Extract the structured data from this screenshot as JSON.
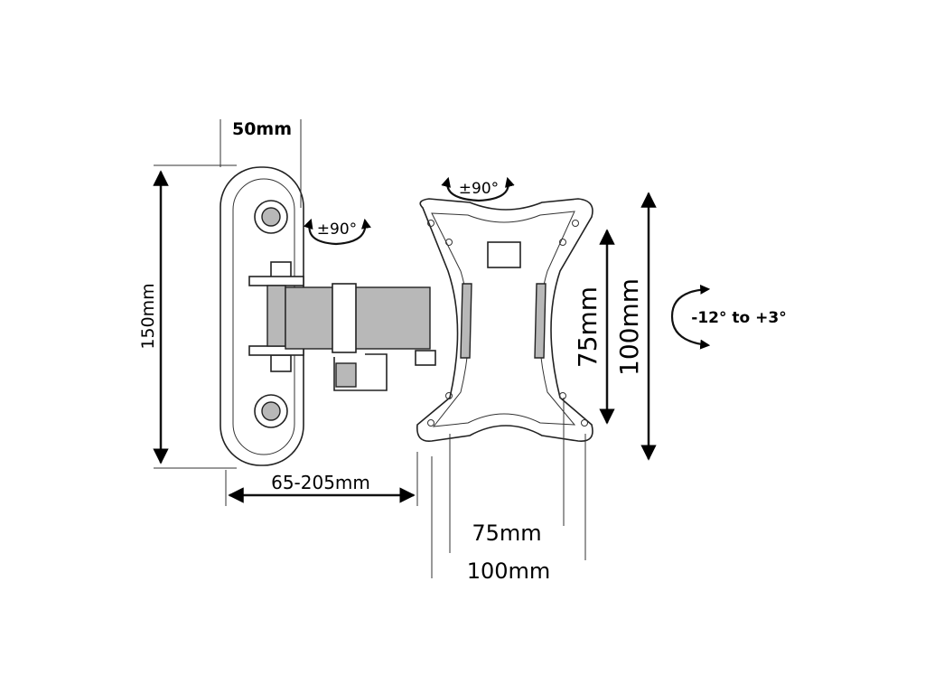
{
  "dimensions": {
    "wall_plate_width": "50mm",
    "wall_plate_height": "150mm",
    "arm_extension": "65-205mm",
    "vesa_small_h": "75mm",
    "vesa_large_h": "100mm",
    "vesa_small_v": "75mm",
    "vesa_large_v": "100mm"
  },
  "rotations": {
    "wall_swivel": "±90°",
    "plate_rotation": "±90°",
    "tilt": "-12° to +3°"
  },
  "colors": {
    "line": "#111111",
    "part_fill": "#ffffff",
    "shade": "#b8b8b8"
  },
  "icons": [
    "curved-double-arrow-icon",
    "dimension-arrow-icon"
  ]
}
